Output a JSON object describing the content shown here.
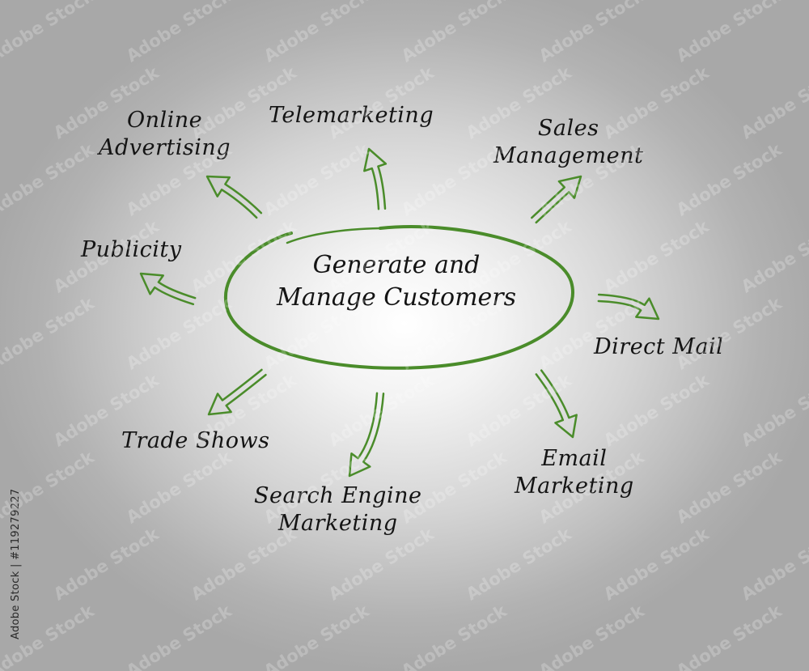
{
  "center": {
    "line1": "Generate and",
    "line2": "Manage Customers"
  },
  "nodes": {
    "online_advertising": [
      "Online",
      "Advertising"
    ],
    "telemarketing": [
      "Telemarketing"
    ],
    "sales_management": [
      "Sales",
      "Management"
    ],
    "publicity": [
      "Publicity"
    ],
    "direct_mail": [
      "Direct Mail"
    ],
    "trade_shows": [
      "Trade Shows"
    ],
    "search_engine_marketing": [
      "Search Engine",
      "Marketing"
    ],
    "email_marketing": [
      "Email",
      "Marketing"
    ]
  },
  "stamp": "Adobe Stock | #119279227",
  "watermark": "Adobe Stock",
  "colors": {
    "accent": "#4a8c2a",
    "text": "#141414"
  }
}
